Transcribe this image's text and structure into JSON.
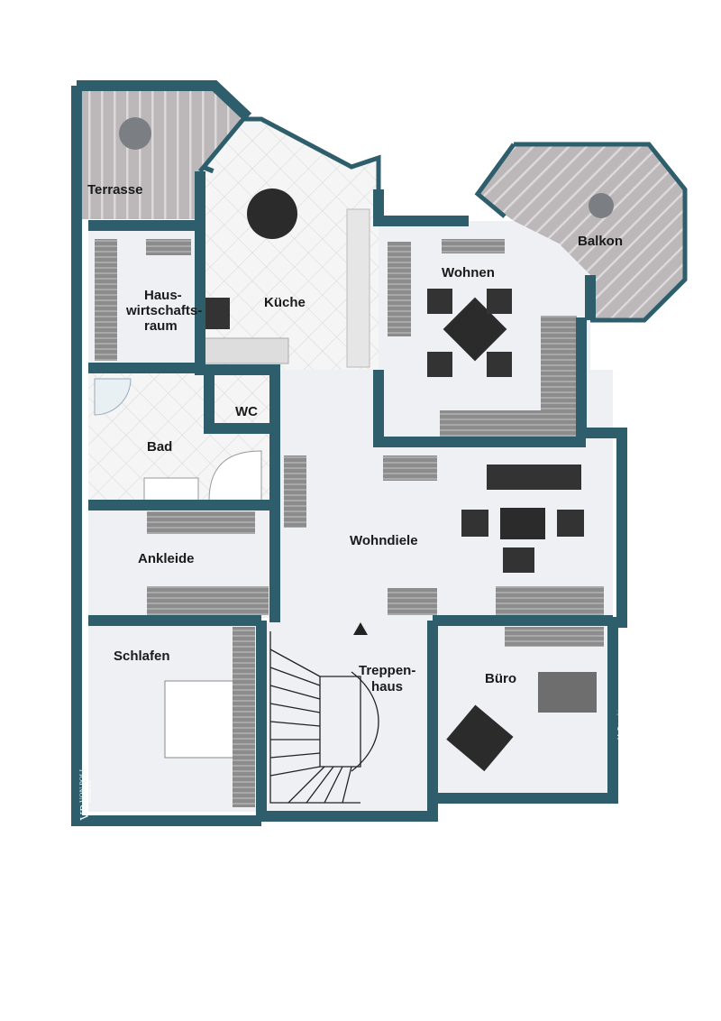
{
  "plan": {
    "rooms": {
      "terrasse": "Terrasse",
      "kueche": "Küche",
      "balkon": "Balkon",
      "wohnen": "Wohnen",
      "hwr_1": "Haus-",
      "hwr_2": "wirtschafts-",
      "hwr_3": "raum",
      "wc": "WC",
      "bad": "Bad",
      "wohndiele": "Wohndiele",
      "ankleide": "Ankleide",
      "schlafen": "Schlafen",
      "treppenhaus_1": "Treppen-",
      "treppenhaus_2": "haus",
      "buero": "Büro"
    },
    "watermark": "McGrundriss",
    "logo": {
      "initials": "VP",
      "name": "VON POLL",
      "sub": "IMMOBILIEN"
    },
    "colors": {
      "wall": "#2e5e6c",
      "floor": "#eef0f4",
      "deck": "#b9b4b6",
      "tile": "#f4f4f4"
    }
  }
}
